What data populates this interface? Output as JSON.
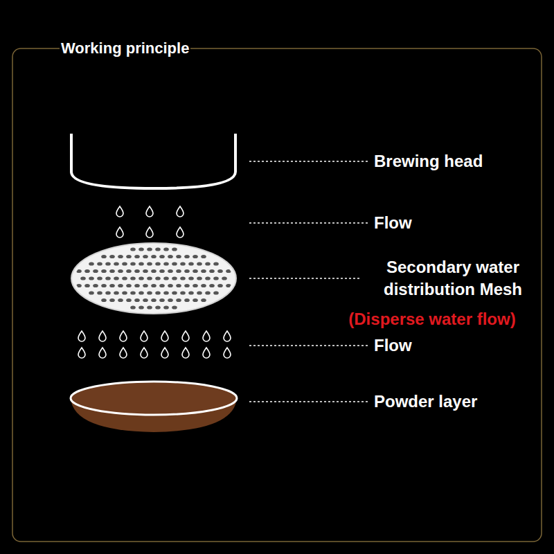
{
  "diagram": {
    "title": "Working principle",
    "labels": [
      "Brewing head",
      "Flow",
      "Secondary water distribution Mesh",
      "(Disperse water flow)",
      "Flow",
      "Powder layer"
    ]
  }
}
